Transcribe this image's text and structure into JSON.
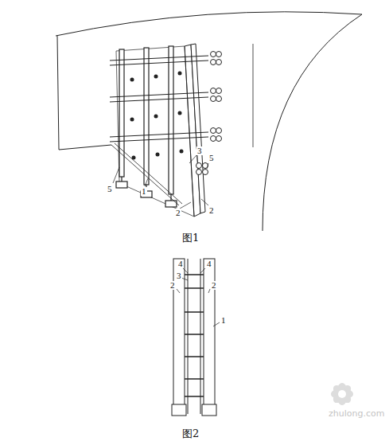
{
  "diagram": {
    "labels": [
      "3",
      "5",
      "5",
      "1",
      "2",
      "2",
      "图1",
      "4",
      "4",
      "3",
      "2",
      "2",
      "1",
      "图2",
      "zhulong.com"
    ]
  }
}
